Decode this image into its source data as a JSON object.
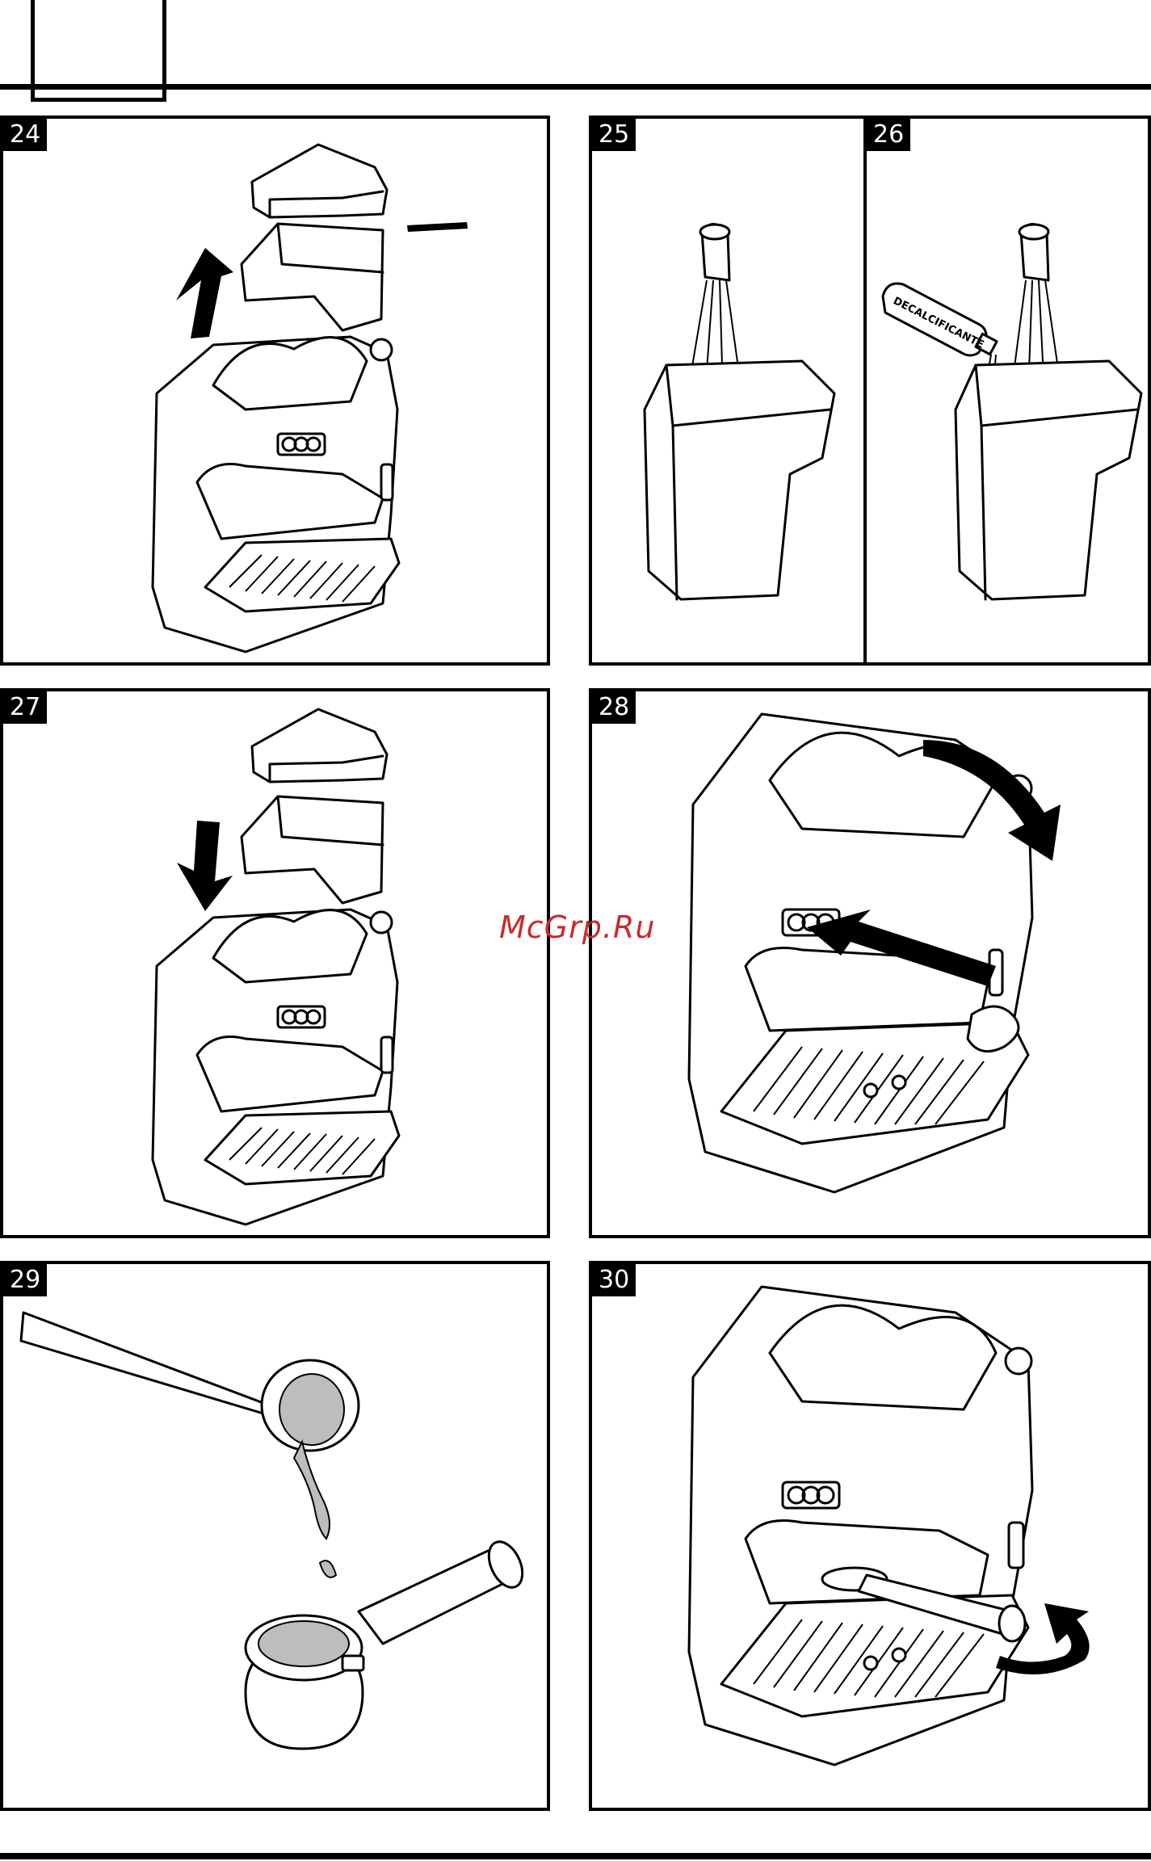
{
  "figures": [
    {
      "id": "24",
      "label": "24"
    },
    {
      "id": "25",
      "label": "25"
    },
    {
      "id": "26",
      "label": "26",
      "bottle_text": "DECALCIFICANTE"
    },
    {
      "id": "27",
      "label": "27"
    },
    {
      "id": "28",
      "label": "28"
    },
    {
      "id": "29",
      "label": "29"
    },
    {
      "id": "30",
      "label": "30"
    }
  ],
  "watermark": "McGrp.Ru",
  "colors": {
    "ink": "#000000",
    "paper": "#ffffff",
    "watermark": "#cc2a2a",
    "grounds": "#bdbdbd"
  }
}
